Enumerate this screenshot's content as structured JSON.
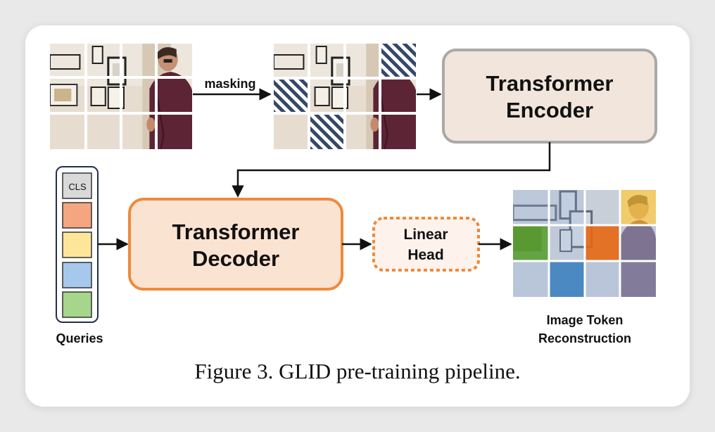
{
  "masking_label": "masking",
  "encoder": {
    "line1": "Transformer",
    "line2": "Encoder"
  },
  "decoder": {
    "line1": "Transformer",
    "line2": "Decoder"
  },
  "head": {
    "line1": "Linear",
    "line2": "Head"
  },
  "queries": {
    "cls_label": "CLS",
    "label": "Queries",
    "token_colors": [
      "#f3a67f",
      "#fde69a",
      "#a6c8ec",
      "#a6d58c"
    ]
  },
  "reconstruction": {
    "line1": "Image Token",
    "line2": "Reconstruction"
  },
  "caption": "Figure 3. GLID pre-training pipeline.",
  "colors": {
    "encoder_fill": "#f2e6dc",
    "encoder_border": "#a9a9a9",
    "decoder_fill": "#fbe3d2",
    "decoder_border": "#ee8a3c",
    "head_border": "#ee8a3c",
    "mask_stripe": "#33486a"
  }
}
